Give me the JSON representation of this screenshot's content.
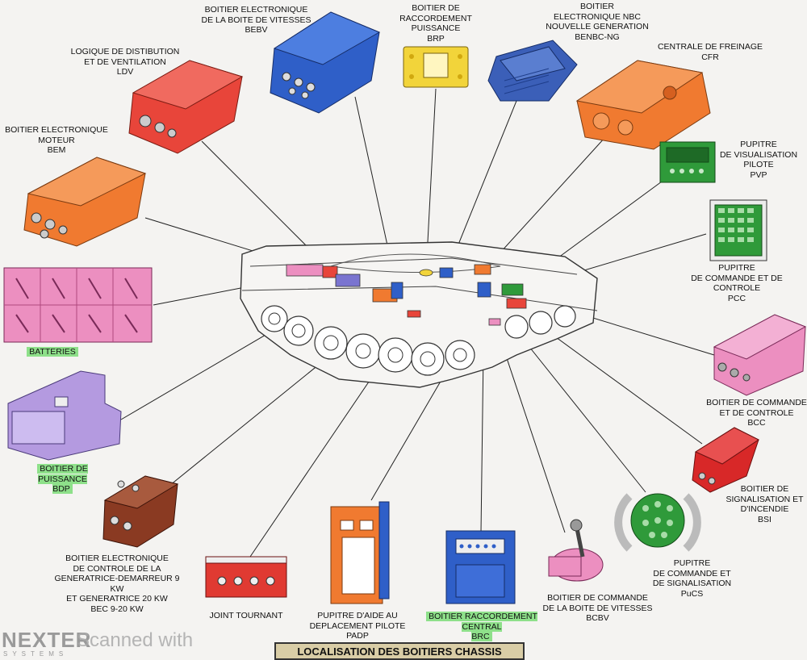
{
  "title": "LOCALISATION DES BOITIERS CHASSIS",
  "logo": {
    "brand": "NEXTER",
    "sub": "SYSTEMS"
  },
  "watermark": "Scanned with",
  "colors": {
    "red": "#e8453a",
    "blue": "#2f5fc8",
    "yellow": "#f2d43a",
    "orange": "#f07a30",
    "green": "#2f9a3a",
    "pink": "#ec8fc0",
    "lavender": "#b49ae0",
    "brown": "#8a3a22",
    "highlight": "#8ee08a"
  },
  "labels": {
    "ldv": "LOGIQUE DE DISTIBUTION\nET DE VENTILATION\nLDV",
    "bebv": "BOITIER ELECTRONIQUE\nDE LA BOITE DE VITESSES\nBEBV",
    "brp": "BOITIER DE RACCORDEMENT\nPUISSANCE\nBRP",
    "benbc": "BOITIER\nELECTRONIQUE NBC\nNOUVELLE GENERATION\nBENBC-NG",
    "cfr": "CENTRALE DE FREINAGE\nCFR",
    "bem": "BOITIER ELECTRONIQUE\nMOTEUR\nBEM",
    "pvp": "PUPITRE\nDE VISUALISATION\nPILOTE\nPVP",
    "pcc": "PUPITRE\nDE COMMANDE ET DE CONTROLE\nPCC",
    "batteries": "BATTERIES",
    "bcc": "BOITIER DE COMMANDE\nET DE CONTROLE\nBCC",
    "bdp": "BOITIER DE PUISSANCE\nBDP",
    "bsi": "BOITIER DE\nSIGNALISATION ET\nD'INCENDIE\nBSI",
    "bec": "BOITIER ELECTRONIQUE\nDE CONTROLE DE LA\nGENERATRICE-DEMARREUR 9 KW\nET GENERATRICE 20 KW\nBEC 9-20 KW",
    "pucs": "PUPITRE\nDE COMMANDE ET\nDE SIGNALISATION\nPuCS",
    "joint": "JOINT TOURNANT",
    "padp": "PUPITRE D'AIDE AU\nDEPLACEMENT PILOTE\nPADP",
    "brc": "BOITIER RACCORDEMENT\nCENTRAL\nBRC",
    "bcbv": "BOITIER DE COMMANDE\nDE LA BOITE DE VITESSES\nBCBV"
  }
}
